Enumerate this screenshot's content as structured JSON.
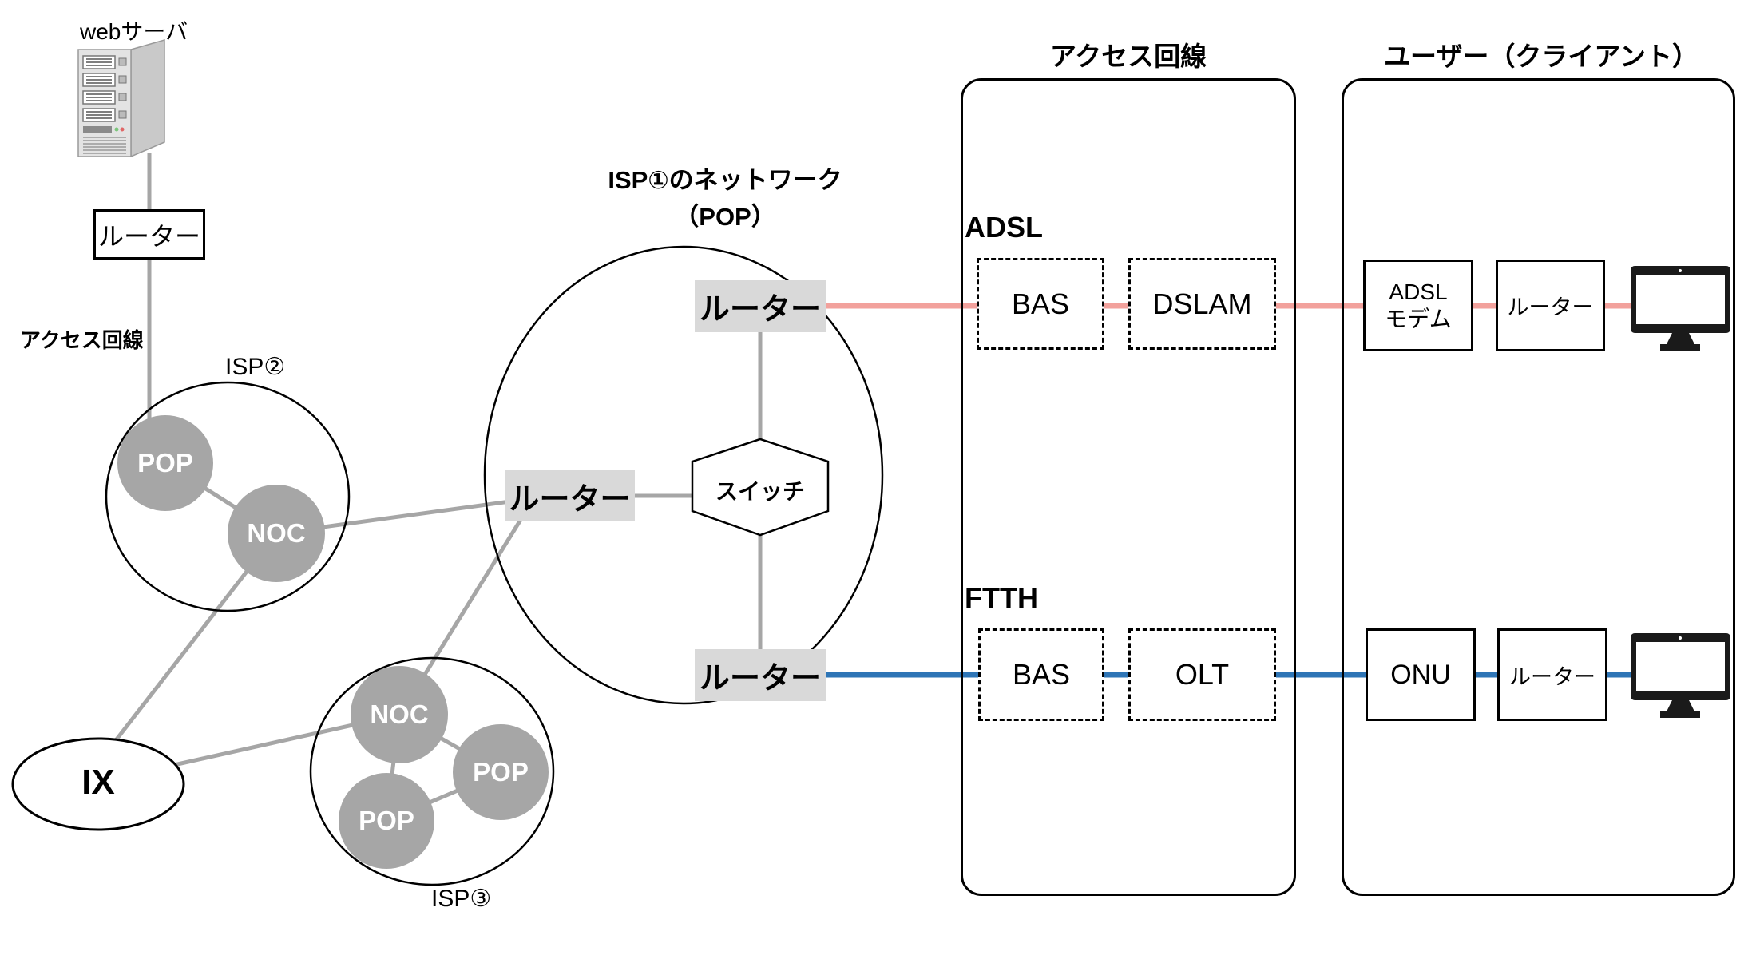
{
  "web_server": {
    "label": "webサーバ",
    "router_label": "ルーター"
  },
  "access_line_label": "アクセス回線",
  "ix": {
    "label": "IX"
  },
  "isp1": {
    "title_line1": "ISP①のネットワーク",
    "title_line2": "（POP）",
    "router_top": "ルーター",
    "router_left": "ルーター",
    "router_bottom": "ルーター",
    "switch_label": "スイッチ"
  },
  "isp2": {
    "label": "ISP②",
    "pop": "POP",
    "noc": "NOC"
  },
  "isp3": {
    "label": "ISP③",
    "noc": "NOC",
    "pop_left": "POP",
    "pop_right": "POP"
  },
  "access_panel": {
    "title": "アクセス回線",
    "adsl_label": "ADSL",
    "adsl_bas": "BAS",
    "adsl_dslam": "DSLAM",
    "ftth_label": "FTTH",
    "ftth_bas": "BAS",
    "ftth_olt": "OLT"
  },
  "user_panel": {
    "title": "ユーザー（クライアント）",
    "adsl_modem_line1": "ADSL",
    "adsl_modem_line2": "モデム",
    "adsl_router": "ルーター",
    "ftth_onu": "ONU",
    "ftth_router": "ルーター"
  },
  "colors": {
    "adsl_line": "#f2a19c",
    "ftth_line": "#2e75b6",
    "gray_line": "#a6a6a6",
    "node_gray": "#a6a6a6",
    "router_box_gray": "#d9d9d9",
    "outline_black": "#000000"
  }
}
